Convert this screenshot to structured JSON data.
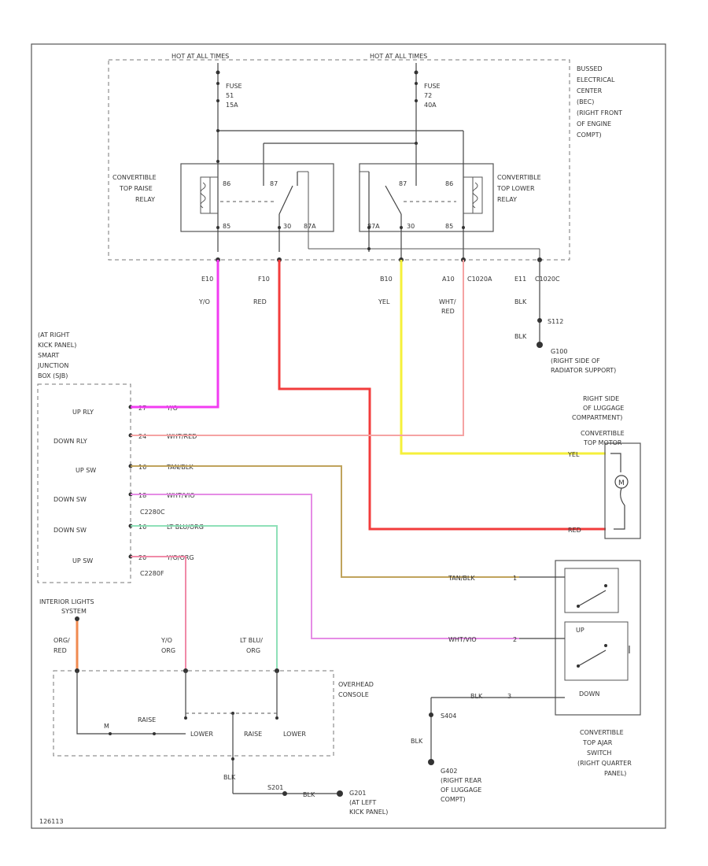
{
  "labels": {
    "hot1": "HOT AT ALL TIMES",
    "hot2": "HOT AT ALL TIMES",
    "fuse1": [
      "FUSE",
      "51",
      "15A"
    ],
    "fuse2": [
      "FUSE",
      "72",
      "40A"
    ],
    "bec": [
      "BUSSED",
      "ELECTRICAL",
      "CENTER",
      "(BEC)",
      "(RIGHT FRONT",
      "OF ENGINE",
      "COMPT)"
    ],
    "raise_relay": [
      "CONVERTIBLE",
      "TOP RAISE",
      "RELAY"
    ],
    "lower_relay": [
      "CONVERTIBLE",
      "TOP LOWER",
      "RELAY"
    ],
    "raise_pins": {
      "p85": "85",
      "p87": "87",
      "p86": "86",
      "p30": "30",
      "p87a": "87A"
    },
    "lower_pins": {
      "p87a": "87A",
      "p87": "87",
      "p30": "30",
      "p86": "86",
      "p85": "85"
    },
    "conn_e10": "E10",
    "conn_f10": "F10",
    "conn_b10": "B10",
    "conn_a10": "A10",
    "conn_c1020a": "C1020A",
    "conn_e11": "E11",
    "conn_c1020c": "C1020C",
    "wire_e10": "Y/O",
    "wire_f10": "RED",
    "wire_b10": "YEL",
    "wire_a10": [
      "WHT/",
      "RED"
    ],
    "wire_e11": "BLK",
    "splice_s112": "S112",
    "wire_blk_g": "BLK",
    "ground_g100": [
      "G100",
      "(RIGHT SIDE OF",
      "RADIATOR SUPPORT)"
    ],
    "sjb": [
      "(AT RIGHT",
      "KICK PANEL)",
      "SMART",
      "JUNCTION",
      "BOX (SJB)"
    ],
    "sjb_rows": [
      {
        "name": "UP RLY",
        "pin": "27",
        "wire": "Y/O"
      },
      {
        "name": "DOWN RLY",
        "pin": "24",
        "wire": "WHT/RED"
      },
      {
        "name": "UP SW",
        "pin": "16",
        "wire": "TAN/BLK"
      },
      {
        "name": "DOWN SW",
        "pin": "18",
        "wire": "WHT/VIO"
      },
      {
        "name": "DOWN SW",
        "pin": "16",
        "wire": "LT BLU/ORG"
      },
      {
        "name": "UP SW",
        "pin": "20",
        "wire": "Y/O/ORG"
      }
    ],
    "c2280c": "C2280C",
    "c2280f": "C2280F",
    "motor_loc": [
      "RIGHT SIDE",
      "OF LUGGAGE",
      "COMPARTMENT)"
    ],
    "motor": [
      "CONVERTIBLE",
      "TOP MOTOR"
    ],
    "motor_yel": "YEL",
    "motor_red": "RED",
    "tan_blk": "TAN/BLK",
    "wht_vio": "WHT/VIO",
    "sw_up": "UP",
    "sw_down": "DOWN",
    "sw_pin1": "1",
    "sw_pin2": "2",
    "sw_pin3": "3",
    "sw_blk": "BLK",
    "aux_switch": [
      "CONVERTIBLE",
      "TOP AJAR",
      "SWITCH",
      "(RIGHT QUARTER",
      "PANEL)"
    ],
    "s404": "S404",
    "blk_g402": "BLK",
    "g402": [
      "G402",
      "(RIGHT REAR",
      "OF LUGGAGE",
      "COMPT)"
    ],
    "int_lights": [
      "INTERIOR LIGHTS",
      "SYSTEM"
    ],
    "wire_org_red": [
      "ORG/",
      "RED"
    ],
    "wire_yo_org": [
      "Y/O",
      "ORG"
    ],
    "wire_ltblu_org": [
      "LT BLU/",
      "ORG"
    ],
    "overhead": [
      "OVERHEAD",
      "CONSOLE"
    ],
    "oc_left": "M",
    "oc_raise1": "RAISE",
    "oc_lower": "LOWER",
    "oc_raise2": "RAISE",
    "oc_lower2": "LOWER",
    "oc_blk": "BLK",
    "s201": "S201",
    "blk2": "BLK",
    "g201": [
      "G201",
      "(AT LEFT",
      "KICK PANEL)"
    ],
    "footer": "126113"
  },
  "colors": {
    "yo": "#f23cf2",
    "red": "#f23c3c",
    "yel": "#f5f03a",
    "whtred": "#f5a3a3",
    "tanblk": "#c0a35c",
    "whtvio": "#e58ce5",
    "ltbluorg": "#8fe0b8",
    "orgred": "#f08a50",
    "yoorg": "#f08aa8"
  }
}
